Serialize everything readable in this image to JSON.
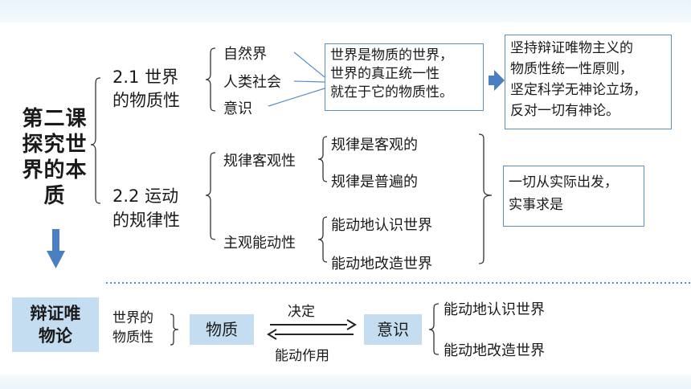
{
  "lesson": {
    "title_lines": [
      "第二课",
      "探究世",
      "界的本",
      "质"
    ]
  },
  "section1": {
    "title_lines": [
      "2.1 世界",
      "的物质性"
    ],
    "items": [
      "自然界",
      "人类社会",
      "意识"
    ],
    "conclusion_box": [
      "世界是物质的世界，",
      "世界的真正统一性",
      "就在于它的物质性。"
    ],
    "principle_box": [
      "坚持辩证唯物主义的",
      "物质性统一性原则，",
      "坚定科学无神论立场，",
      "反对一切有神论。"
    ]
  },
  "section2": {
    "title_lines": [
      "2.2 运动",
      "的规律性"
    ],
    "law_objective": {
      "label": "规律客观性",
      "items": [
        "规律是客观的",
        "规律是普遍的"
      ]
    },
    "subjective_initiative": {
      "label": "主观能动性",
      "items": [
        "能动地认识世界",
        "能动地改造世界"
      ]
    },
    "methodology_box": [
      "一切从实际出发，",
      "实事求是"
    ]
  },
  "bottom": {
    "badge_lines": [
      "辩证唯",
      "物论"
    ],
    "world_materiality_lines": [
      "世界的",
      "物质性"
    ],
    "matter": "物质",
    "consciousness": "意识",
    "decides": "决定",
    "reacts": "能动作用",
    "outcomes": [
      "能动地认识世界",
      "能动地改造世界"
    ]
  },
  "colors": {
    "accent_blue": "#4a7fc1",
    "box_border": "#5a8fc8",
    "badge_bg": "#c5ddf1",
    "dotted_line": "#5b8fd0"
  }
}
